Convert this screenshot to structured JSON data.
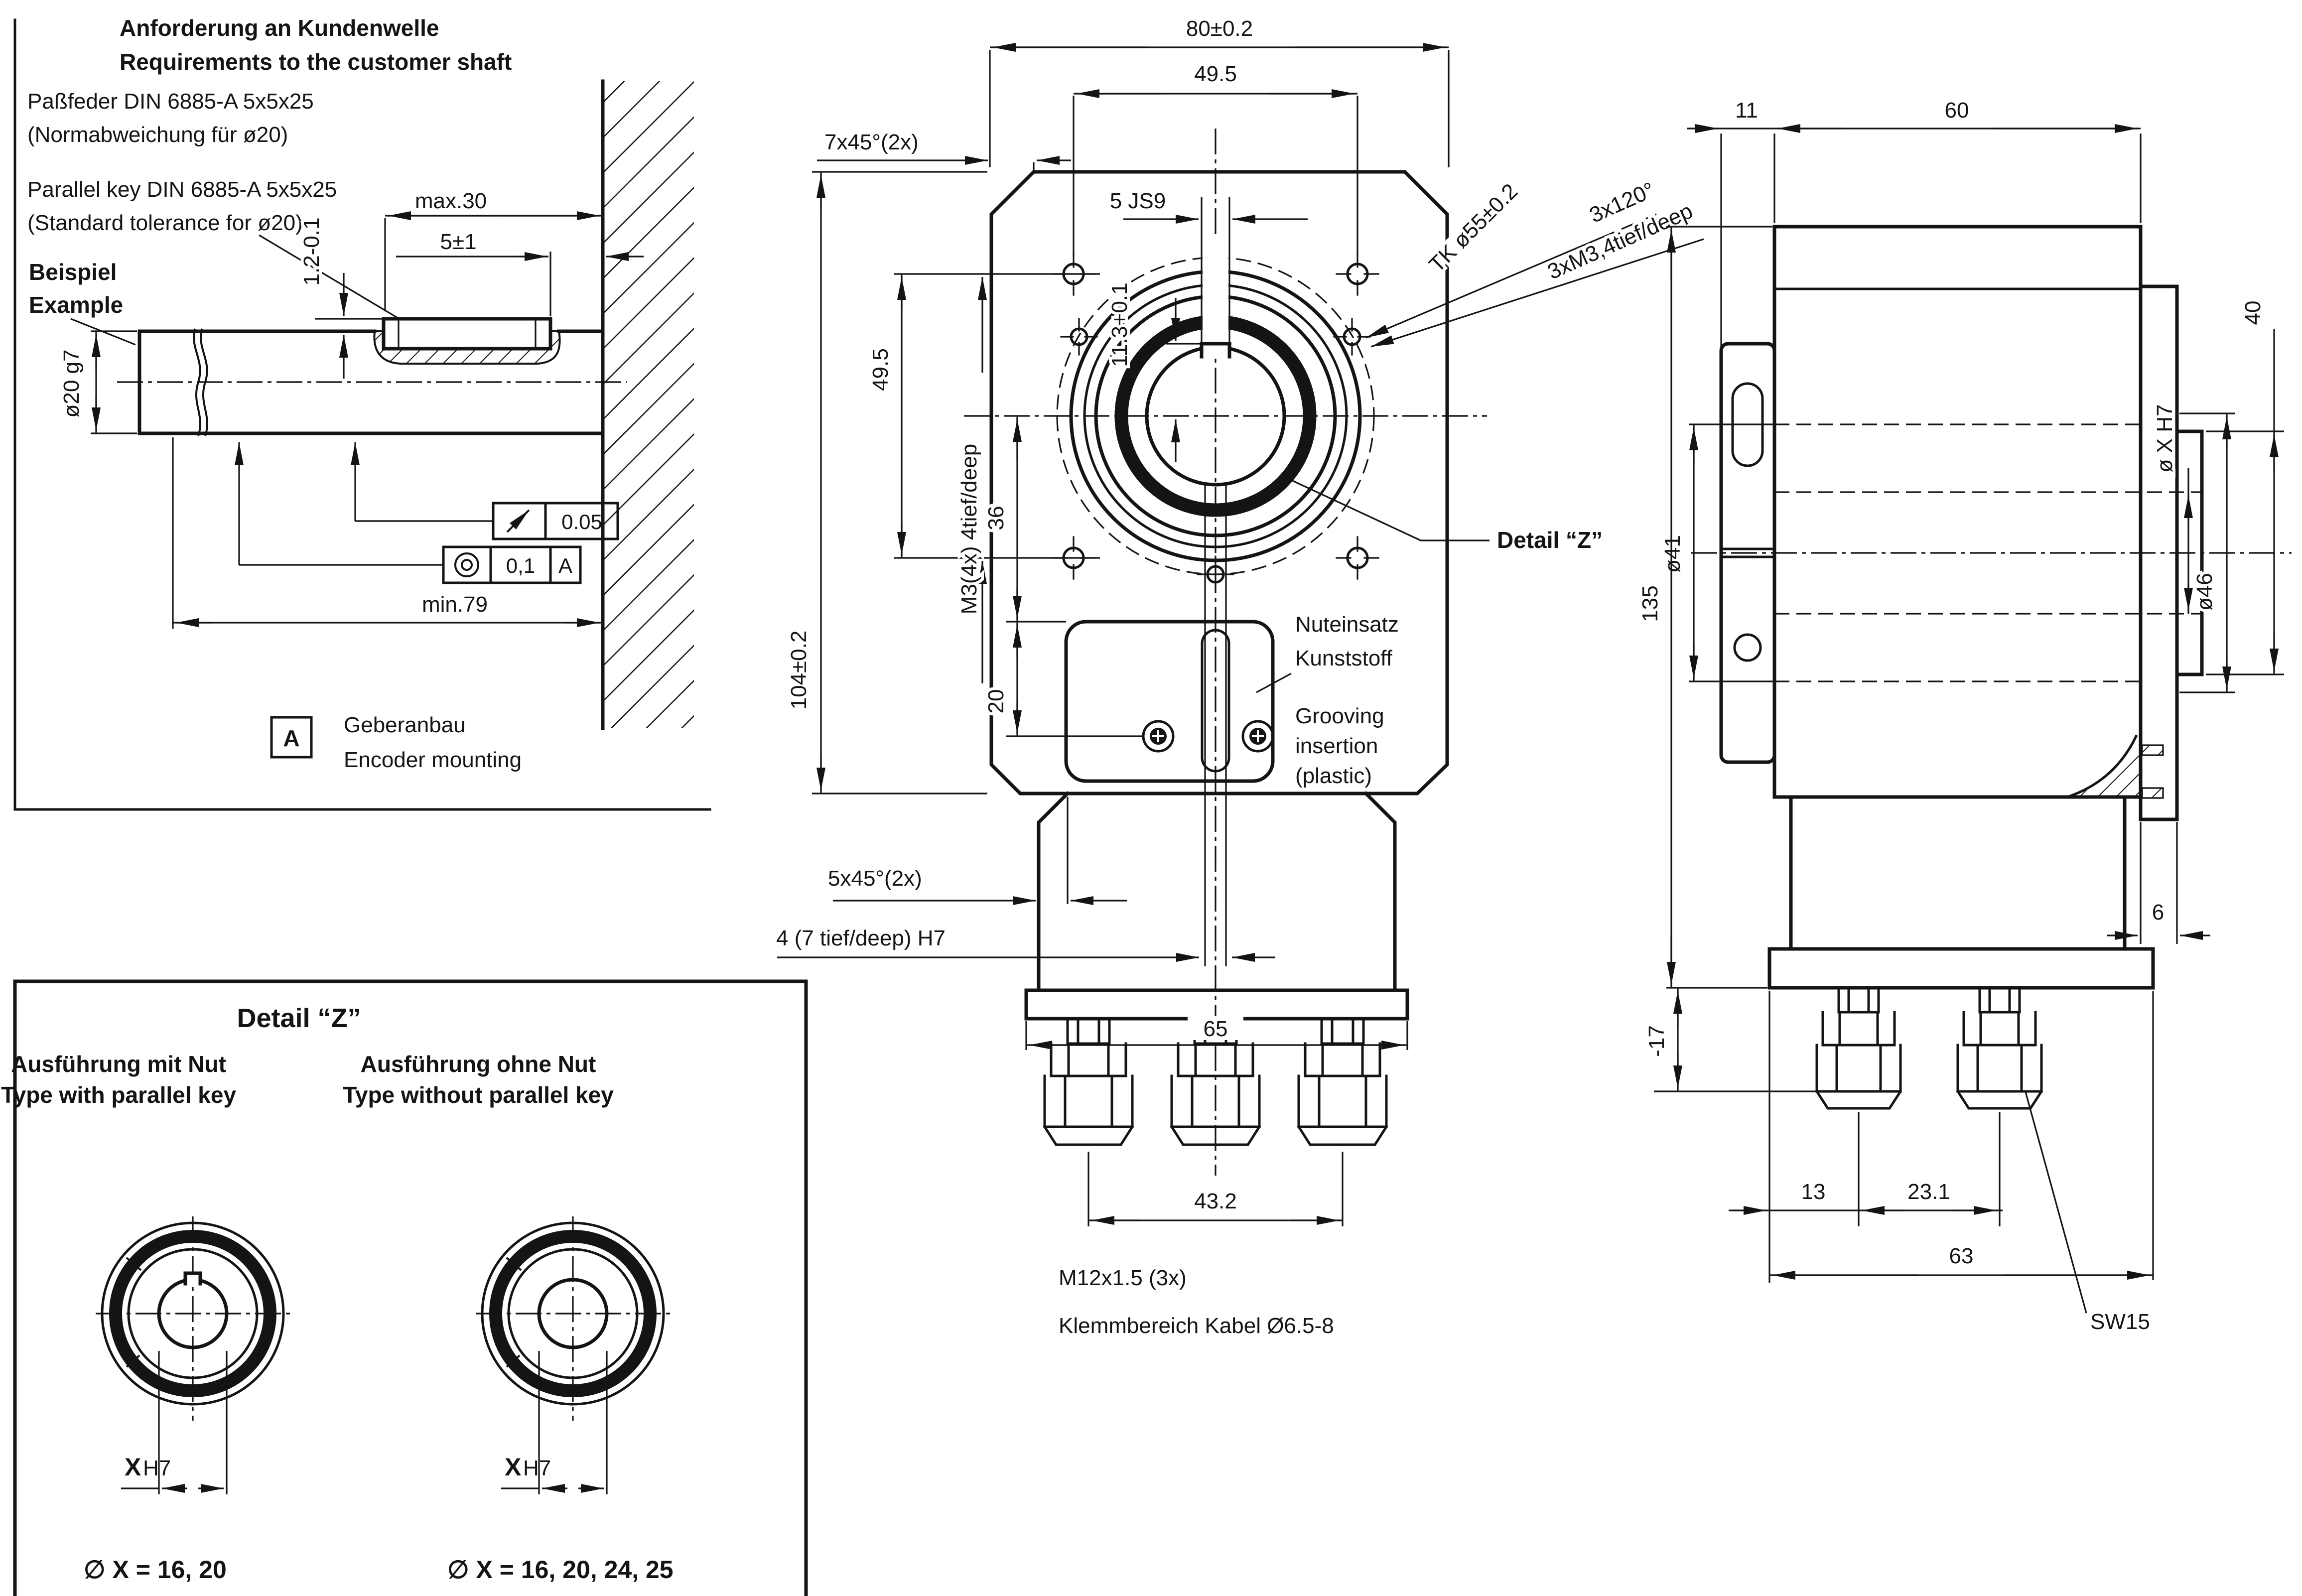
{
  "colors": {
    "line": "#141414",
    "background": "#ffffff"
  },
  "req": {
    "title_de": "Anforderung an Kundenwelle",
    "title_en": "Requirements to the customer shaft",
    "key_de1": "Paßfeder DIN 6885-A 5x5x25",
    "key_de2": "(Normabweichung für ø20)",
    "key_en1": "Parallel key DIN 6885-A 5x5x25",
    "key_en2": "(Standard tolerance for ø20)",
    "beispiel": "Beispiel",
    "example": "Example",
    "dia20": "ø20 g7",
    "max30": "max.30",
    "d5": "5±1",
    "d12": "1.2-0.1",
    "min79": "min.79",
    "runout": "0.05",
    "conc": "0,1",
    "conc_datum": "A",
    "datum_a": "A",
    "geber_de": "Geberanbau",
    "geber_en": "Encoder mounting"
  },
  "front": {
    "d80": "80±0.2",
    "d495_top": "49.5",
    "chamfer_top": "7x45°(2x)",
    "slot": "5 JS9",
    "tk": "TK ø55±0.2",
    "angle3": "3x120°",
    "m3_3": "3xM3,4tief/deep",
    "d104": "104±0.2",
    "d495_left": "49.5",
    "m3_4": "M3(4x) 4tief/deep",
    "d36": "36",
    "d113": "11.3+0.1",
    "d20": "20",
    "nut1": "Nuteinsatz",
    "nut2": "Kunststoff",
    "gro1": "Grooving",
    "gro2": "insertion",
    "gro3": "(plastic)",
    "detail_ref": "Detail “Z”",
    "chamfer_bot": "5x45°(2x)",
    "keyway4": "4 (7 tief/deep) H7",
    "d65": "65",
    "d432": "43.2",
    "m12": "M12x1.5 (3x)",
    "klemm": "Klemmbereich Kabel Ø6.5-8"
  },
  "side": {
    "d11": "11",
    "d60": "60",
    "d40": "40",
    "d41": "ø41",
    "dxh7": "ø X H7",
    "d46": "ø46",
    "d135": "135",
    "d17": "-17",
    "d6": "6",
    "d13": "13",
    "d231": "23.1",
    "d63": "63",
    "sw15": "SW15"
  },
  "zdetail": {
    "title": "Detail “Z”",
    "l1": "Ausführung mit Nut",
    "l2": "Type with parallel key",
    "r1": "Ausführung ohne Nut",
    "r2": "Type without parallel key",
    "x": "X",
    "h7": "H7",
    "lx": "∅ X = 16, 20",
    "rx": "∅ X = 16, 20, 24, 25"
  }
}
